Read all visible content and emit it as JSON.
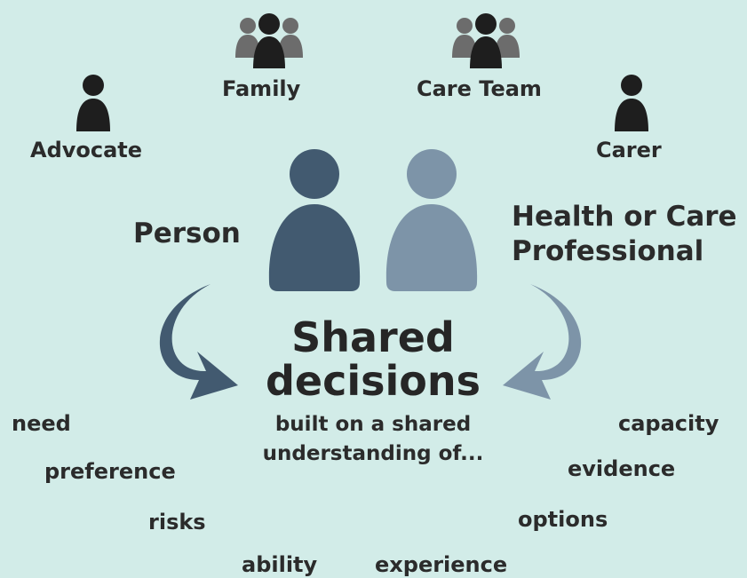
{
  "stakeholders": {
    "family": "Family",
    "care_team": "Care Team",
    "advocate": "Advocate",
    "carer": "Carer"
  },
  "parties": {
    "person": "Person",
    "professional_line1": "Health or Care",
    "professional_line2": "Professional"
  },
  "center": {
    "title_line1": "Shared",
    "title_line2": "decisions",
    "subtitle_line1": "built on a shared",
    "subtitle_line2": "understanding of..."
  },
  "person_terms": [
    "need",
    "preference",
    "risks",
    "ability"
  ],
  "professional_terms": [
    "capacity",
    "evidence",
    "options",
    "experience"
  ],
  "colors": {
    "background": "#d2ece8",
    "person": "#425a70",
    "professional": "#7d94a8",
    "group_front": "#1e1e1e",
    "group_back": "#6c6c6c"
  }
}
